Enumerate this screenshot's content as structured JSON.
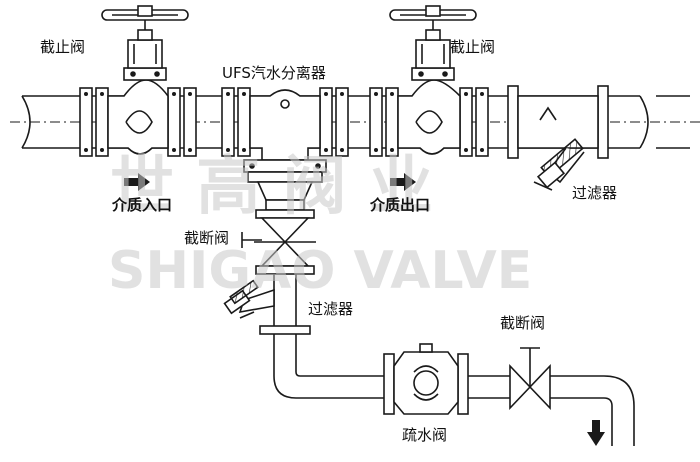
{
  "labels": {
    "stop_valve_left": "截止阀",
    "stop_valve_right": "截止阀",
    "separator": "UFS汽水分离器",
    "medium_in": "介质入口",
    "medium_out": "介质出口",
    "strainer_right": "过滤器",
    "shutoff_valve_vertical": "截断阀",
    "strainer_lower": "过滤器",
    "shutoff_valve_bottom": "截断阀",
    "drain_valve": "疏水阀"
  },
  "watermark": {
    "cn": "世 高 阀 业",
    "en": "SHIGAO VALVE"
  },
  "colors": {
    "line": "#1a1a1a",
    "fill": "#ffffff",
    "watermark": "#c9c9c9"
  }
}
